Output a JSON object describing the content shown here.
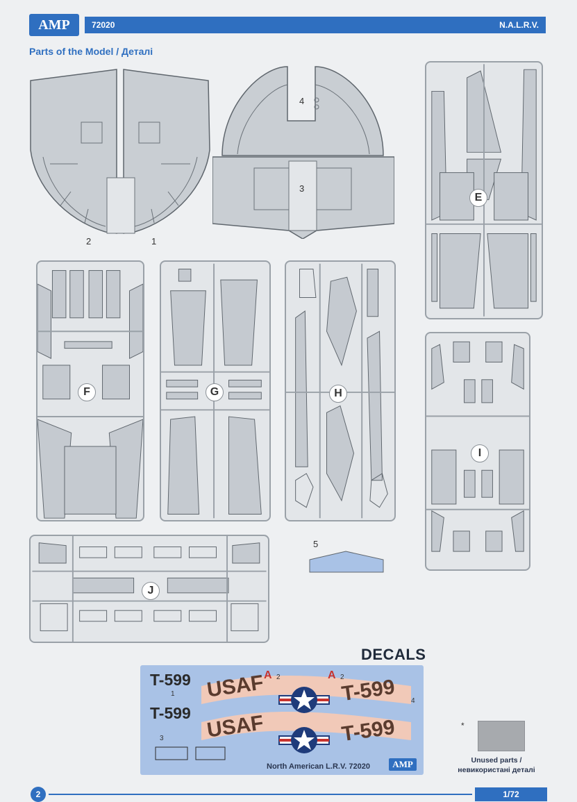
{
  "header": {
    "logo": "AMP",
    "kit_number": "72020",
    "kit_name": "N.A.L.R.V."
  },
  "section_title": "Parts of the Model  / Деталі",
  "sprues": [
    {
      "id": "F"
    },
    {
      "id": "G"
    },
    {
      "id": "H"
    },
    {
      "id": "E"
    },
    {
      "id": "I"
    },
    {
      "id": "J"
    }
  ],
  "part_numbers": {
    "p1": "1",
    "p2": "2",
    "p3": "3",
    "p4": "4",
    "p5": "5"
  },
  "decals": {
    "title": "DECALS",
    "t599": "T-599",
    "usaf": "USAF",
    "letter_a": "A",
    "n1": "1",
    "n2": "2",
    "n3": "3",
    "n4": "4",
    "caption": "North American L.R.V.  72020",
    "logo": "AMP"
  },
  "unused": {
    "asterisk": "*",
    "label_en": "Unused parts /",
    "label_ua": "невикористані деталі"
  },
  "footer": {
    "page": "2",
    "scale": "1/72"
  },
  "colors": {
    "brand_blue": "#2f6fc0",
    "decal_blue": "#a9c2e6",
    "decal_band": "#f1c9b8",
    "insignia_blue": "#1f3b7a",
    "red": "#c8332e"
  }
}
